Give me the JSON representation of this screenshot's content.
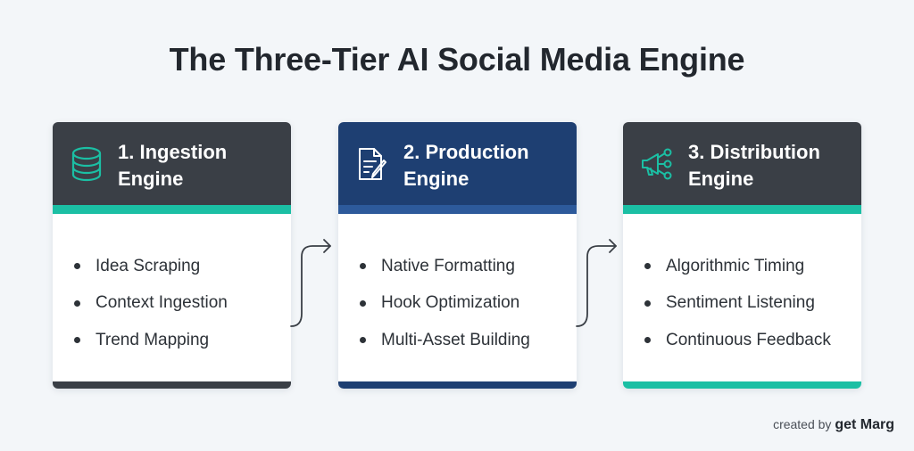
{
  "title": "The Three-Tier AI Social Media Engine",
  "colors": {
    "dark_header": "#3a3f46",
    "navy_header": "#1e3f72",
    "teal_accent": "#1bbfa4",
    "blue_accent": "#2d5a9b"
  },
  "cards": [
    {
      "number_title": "1. Ingestion",
      "title_line2": "Engine",
      "icon": "database-icon",
      "items": [
        "Idea Scraping",
        "Context Ingestion",
        "Trend Mapping"
      ]
    },
    {
      "number_title": "2. Production",
      "title_line2": "Engine",
      "icon": "document-edit-icon",
      "items": [
        "Native Formatting",
        "Hook Optimization",
        "Multi-Asset Building"
      ]
    },
    {
      "number_title": "3. Distribution",
      "title_line2": "Engine",
      "icon": "megaphone-network-icon",
      "items": [
        "Algorithmic Timing",
        "Sentiment Listening",
        "Continuous Feedback"
      ]
    }
  ],
  "credit": {
    "prefix": "created by",
    "brand": "get Marg"
  }
}
